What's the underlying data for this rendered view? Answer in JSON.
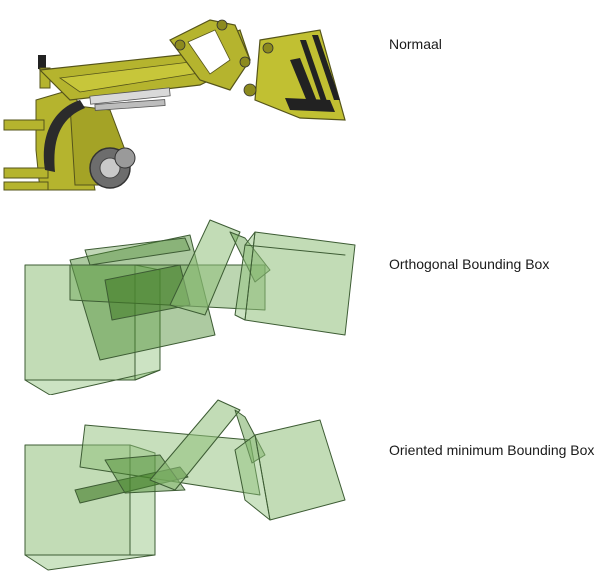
{
  "labels": {
    "normal": "Normaal",
    "orthogonal": "Orthogonal Bounding Box",
    "oriented": "Oriented minimum Bounding Box"
  },
  "colors": {
    "box_fill": "#4a8a2e",
    "box_fill_light": "#8fc07a",
    "box_stroke": "#3d5c34",
    "machine_body": "#b5b42e",
    "machine_dark": "#8c8a1e",
    "machine_black": "#222222",
    "wheel": "#7a7a7a"
  },
  "icons": {
    "normal_figure": "loader-arm-machine",
    "ortho_figure": "bounding-boxes-orthogonal",
    "oriented_figure": "bounding-boxes-oriented"
  }
}
